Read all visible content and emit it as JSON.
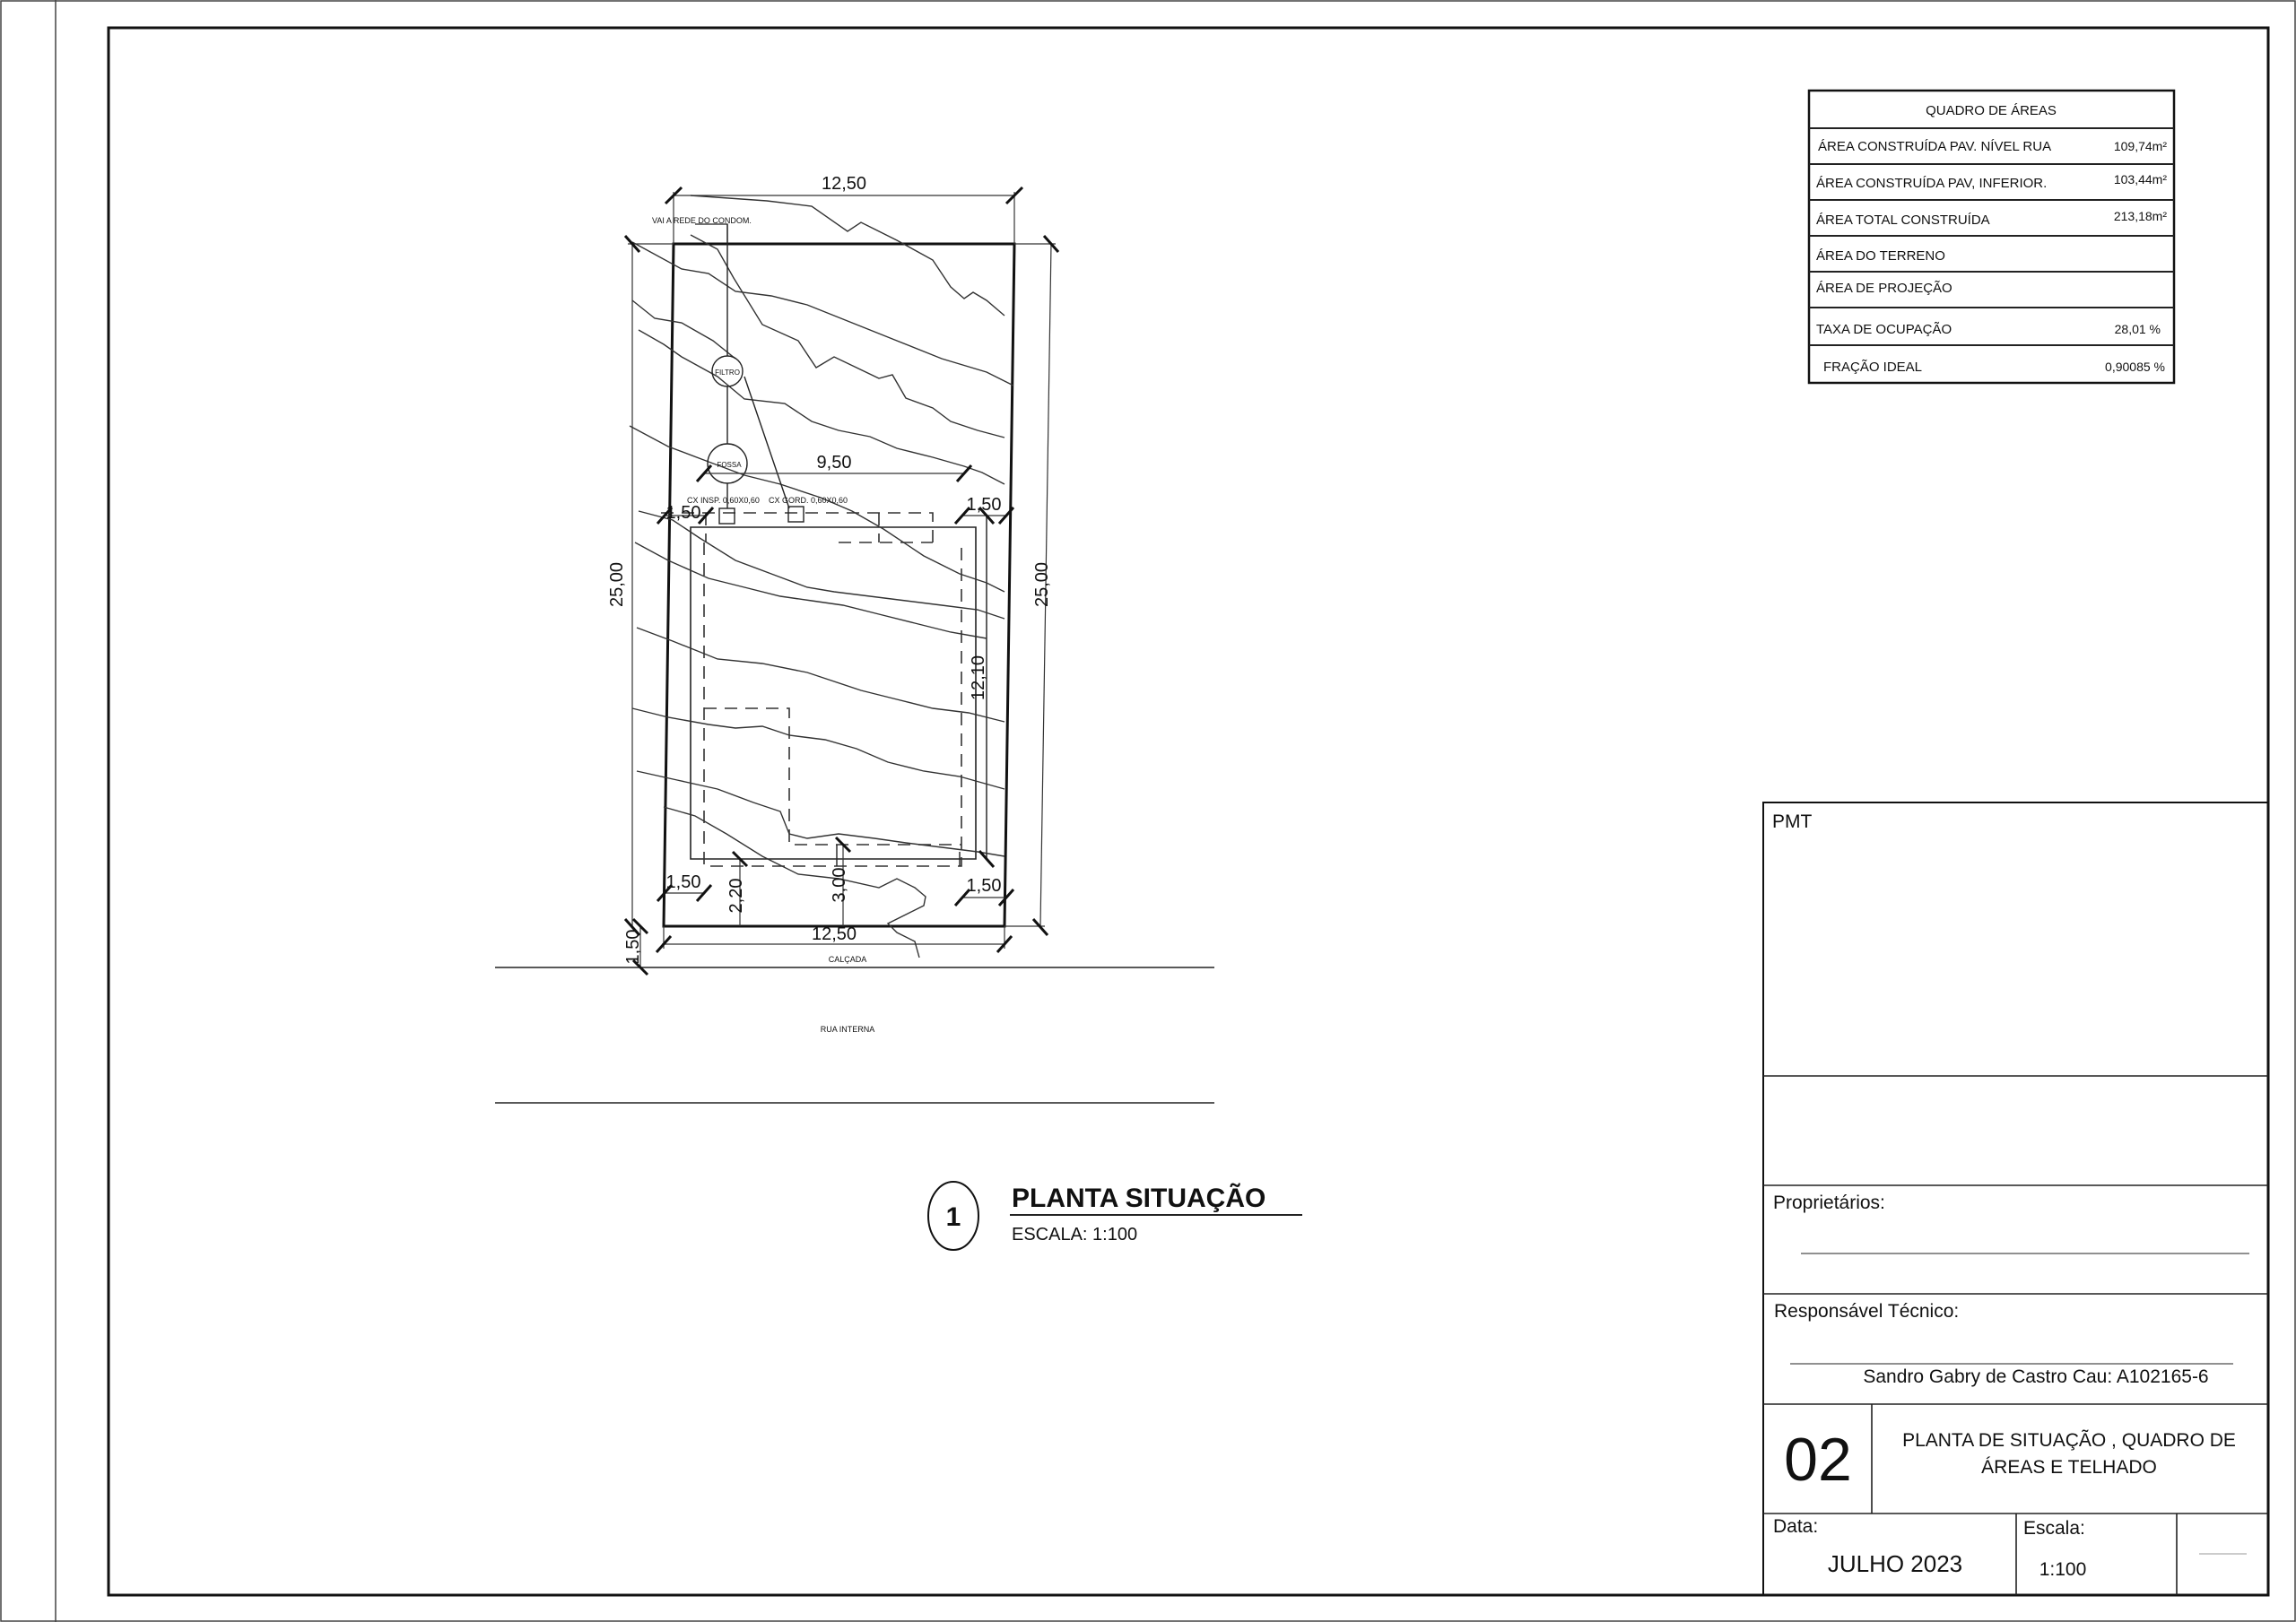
{
  "area_table": {
    "title": "QUADRO DE ÁREAS",
    "rows": [
      {
        "label": "ÁREA CONSTRUÍDA PAV. NÍVEL RUA",
        "value": "109,74m²"
      },
      {
        "label": "ÁREA CONSTRUÍDA PAV, INFERIOR.",
        "value": "103,44m²"
      },
      {
        "label": "ÁREA TOTAL CONSTRUÍDA",
        "value": "213,18m²"
      },
      {
        "label": "ÁREA DO TERRENO",
        "value": ""
      },
      {
        "label": "ÁREA DE PROJEÇÃO",
        "value": ""
      },
      {
        "label": "TAXA DE OCUPAÇÃO",
        "value": "28,01 %"
      },
      {
        "label": "FRAÇÃO IDEAL",
        "value": "0,90085 %"
      }
    ]
  },
  "plan": {
    "dims": {
      "top_width": "12,50",
      "left_depth": "25,00",
      "right_depth": "25,00",
      "bottom_width": "12,50",
      "house_width": "9,50",
      "house_depth": "12,10",
      "setback_top_left": "1,50",
      "setback_top_right": "1,50",
      "setback_bottom_left": "1,50",
      "setback_bottom_right": "1,50",
      "front_2": "2,20",
      "front_3": "3,00",
      "sidewalk": "1,50"
    },
    "labels": {
      "rede": "VAI A REDE DO CONDOM.",
      "filtro": "FILTRO",
      "fossa": "FOSSA",
      "cx_insp": "CX INSP. 0,60X0,60",
      "cx_gord": "CX GORD. 0,60X0,60",
      "calcada": "CALÇADA",
      "rua": "RUA INTERNA"
    }
  },
  "drawing_title": {
    "number": "1",
    "title": "PLANTA SITUAÇÃO",
    "scale": "ESCALA: 1:100"
  },
  "title_block": {
    "pmt": "PMT",
    "owners_label": "Proprietários:",
    "tech_label": "Responsável Técnico:",
    "tech_name": "Sandro Gabry de Castro Cau: A102165-6",
    "sheet_number": "02",
    "sheet_title_1": "PLANTA DE SITUAÇÃO , QUADRO DE",
    "sheet_title_2": "ÁREAS E TELHADO",
    "date_label": "Data:",
    "date_value": "JULHO 2023",
    "scale_label": "Escala:",
    "scale_value": "1:100"
  }
}
